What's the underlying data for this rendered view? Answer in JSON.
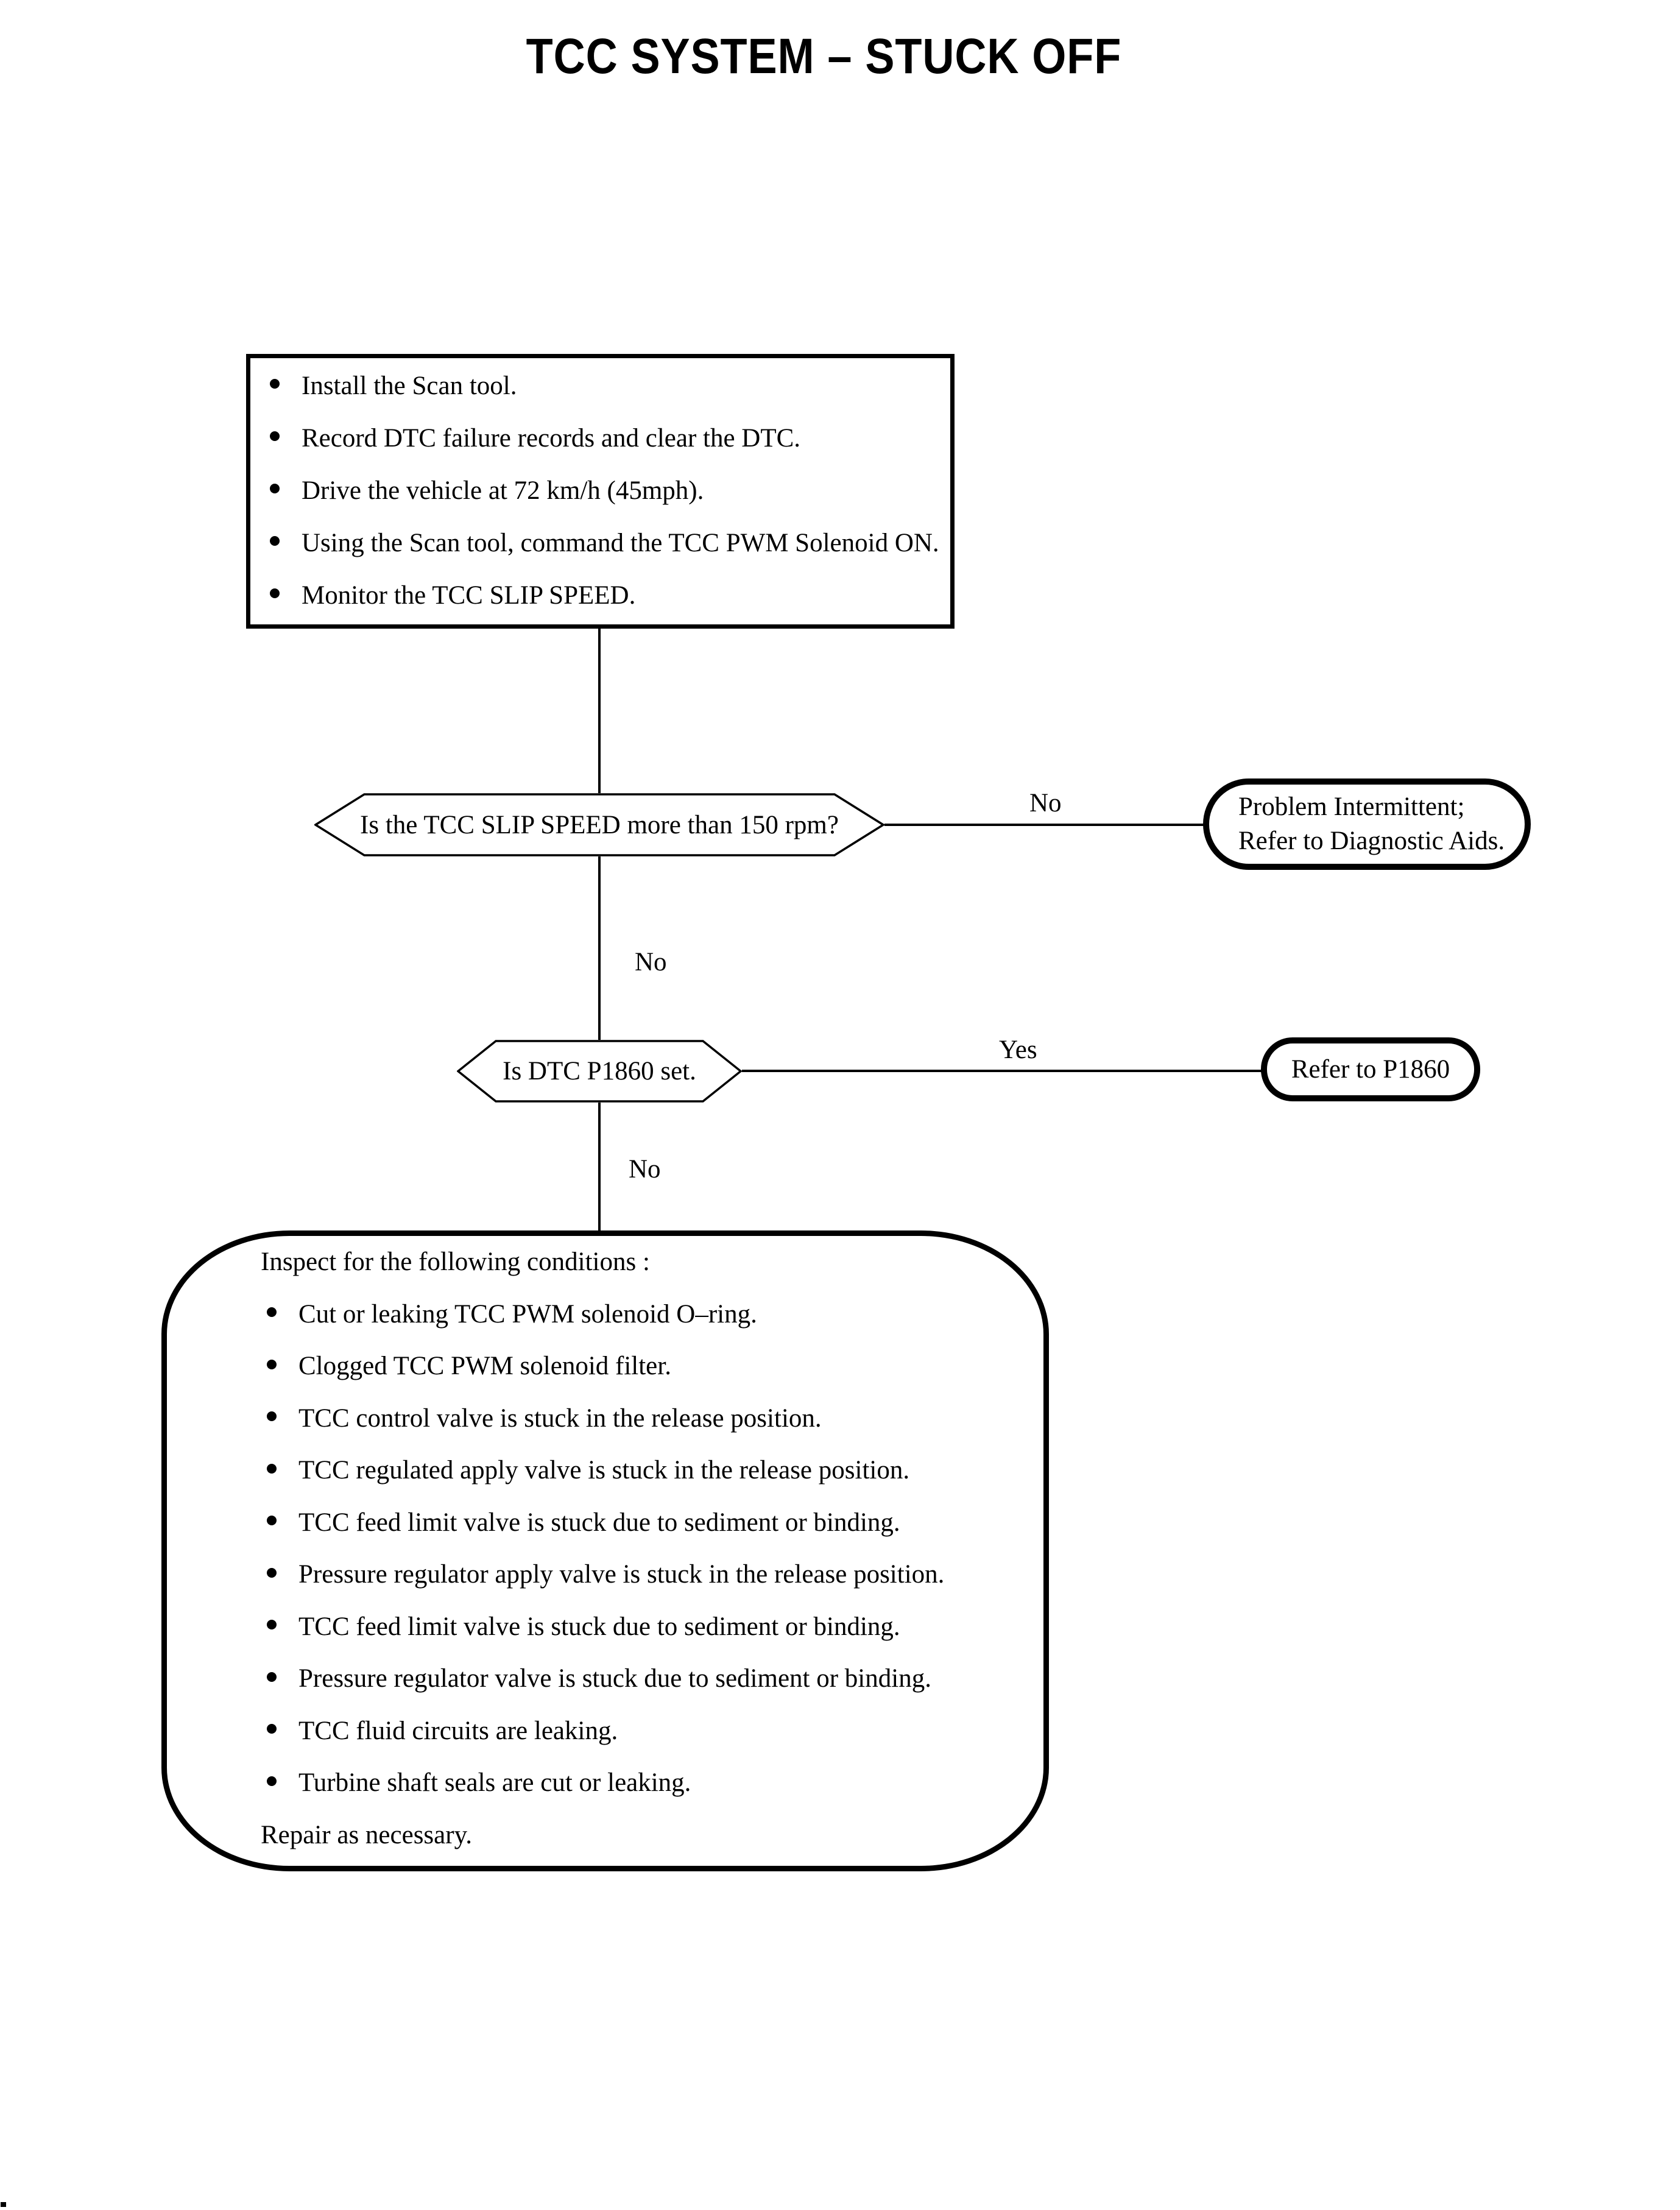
{
  "title": "TCC SYSTEM – STUCK OFF",
  "procedure_box": {
    "items": [
      "Install the Scan tool.",
      "Record DTC failure records and clear the DTC.",
      "Drive the vehicle at 72 km/h (45mph).",
      "Using the Scan tool, command the TCC PWM Solenoid ON.",
      "Monitor the TCC SLIP SPEED."
    ]
  },
  "decision1": {
    "question": "Is the TCC SLIP SPEED more than 150 rpm?",
    "right_label": "No",
    "down_label": "No"
  },
  "result1": {
    "line1": "Problem Intermittent;",
    "line2": "Refer to Diagnostic Aids."
  },
  "decision2": {
    "question": "Is DTC P1860 set.",
    "right_label": "Yes",
    "down_label": "No"
  },
  "result2": {
    "text": "Refer to P1860"
  },
  "inspect_box": {
    "heading": "Inspect for the following conditions :",
    "items": [
      "Cut or leaking TCC PWM solenoid O–ring.",
      "Clogged TCC PWM solenoid filter.",
      "TCC control valve is stuck in the release position.",
      "TCC regulated apply valve is stuck in the release position.",
      "TCC feed limit valve is stuck due to sediment or binding.",
      "Pressure regulator apply valve is stuck in the release position.",
      "TCC feed limit valve is stuck due to sediment or binding.",
      "Pressure regulator valve is stuck due to sediment or binding.",
      "TCC fluid circuits are leaking.",
      "Turbine shaft seals are cut or leaking."
    ],
    "footer": "Repair as necessary."
  },
  "colors": {
    "ink": "#000000",
    "paper": "#ffffff"
  }
}
